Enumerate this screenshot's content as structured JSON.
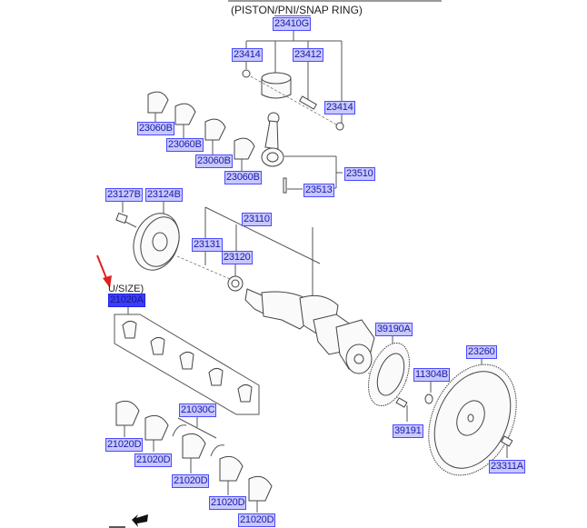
{
  "diagram": {
    "group_note": "(PISTON/PNI/SNAP RING)",
    "undersize_note": "U/SIZE)",
    "accent_color": "#4a4aff",
    "selected_color": "#3c3cff",
    "pointer_color": "#e02020",
    "labels": {
      "p23410G": "23410G",
      "p23414_a": "23414",
      "p23412": "23412",
      "p23414_b": "23414",
      "p23060B_1": "23060B",
      "p23060B_2": "23060B",
      "p23060B_3": "23060B",
      "p23060B_4": "23060B",
      "p23510": "23510",
      "p23513": "23513",
      "p23127B": "23127B",
      "p23124B": "23124B",
      "p23110": "23110",
      "p23131": "23131",
      "p23120": "23120",
      "p21020A": "21020A",
      "p39190A": "39190A",
      "p11304B": "11304B",
      "p23260": "23260",
      "p39191": "39191",
      "p23311A": "23311A",
      "p21030C": "21030C",
      "p21020D_1": "21020D",
      "p21020D_2": "21020D",
      "p21020D_3": "21020D",
      "p21020D_4": "21020D",
      "p21020D_5": "21020D"
    },
    "selected_part": "21020A",
    "icons": [
      "pointer-arrow-icon",
      "navigate-back-arrow-icon"
    ]
  }
}
